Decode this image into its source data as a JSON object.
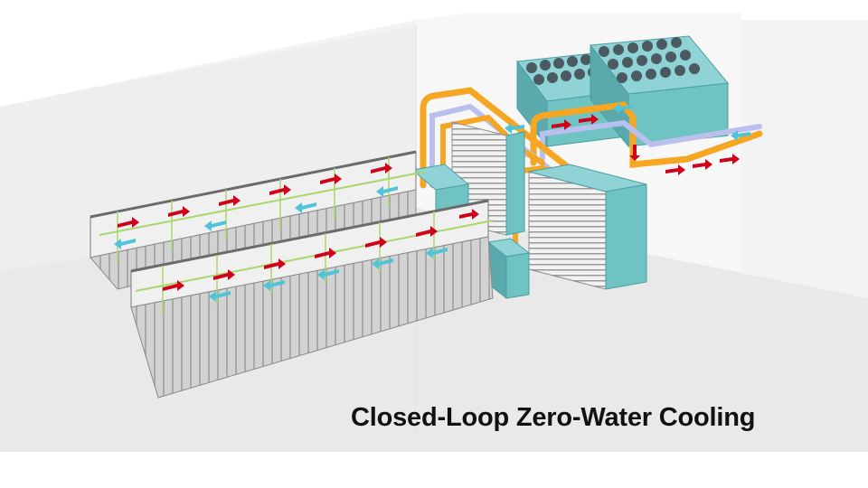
{
  "caption": "Closed-Loop Zero-Water Cooling",
  "colors": {
    "room_floor": "#ececec",
    "room_wall": "#f4f4f4",
    "rack_face": "#c9c9c9",
    "rack_frame": "#6b6b6b",
    "teal_unit": "#6fc3c3",
    "pipe_orange": "#f5a623",
    "pipe_lilac": "#b9c0ee",
    "arrow_hot": "#d0021b",
    "arrow_cold": "#4fc3d9",
    "rail_green": "#a8d86b"
  },
  "components": [
    {
      "name": "server-rack-row",
      "count": 2
    },
    {
      "name": "cooling-distribution-unit",
      "count": 2
    },
    {
      "name": "air-handler-module",
      "count": 2
    },
    {
      "name": "rooftop-dry-cooler",
      "count": 2
    },
    {
      "name": "hot-return-arrow",
      "count": 19
    },
    {
      "name": "cold-supply-arrow",
      "count": 12
    }
  ]
}
